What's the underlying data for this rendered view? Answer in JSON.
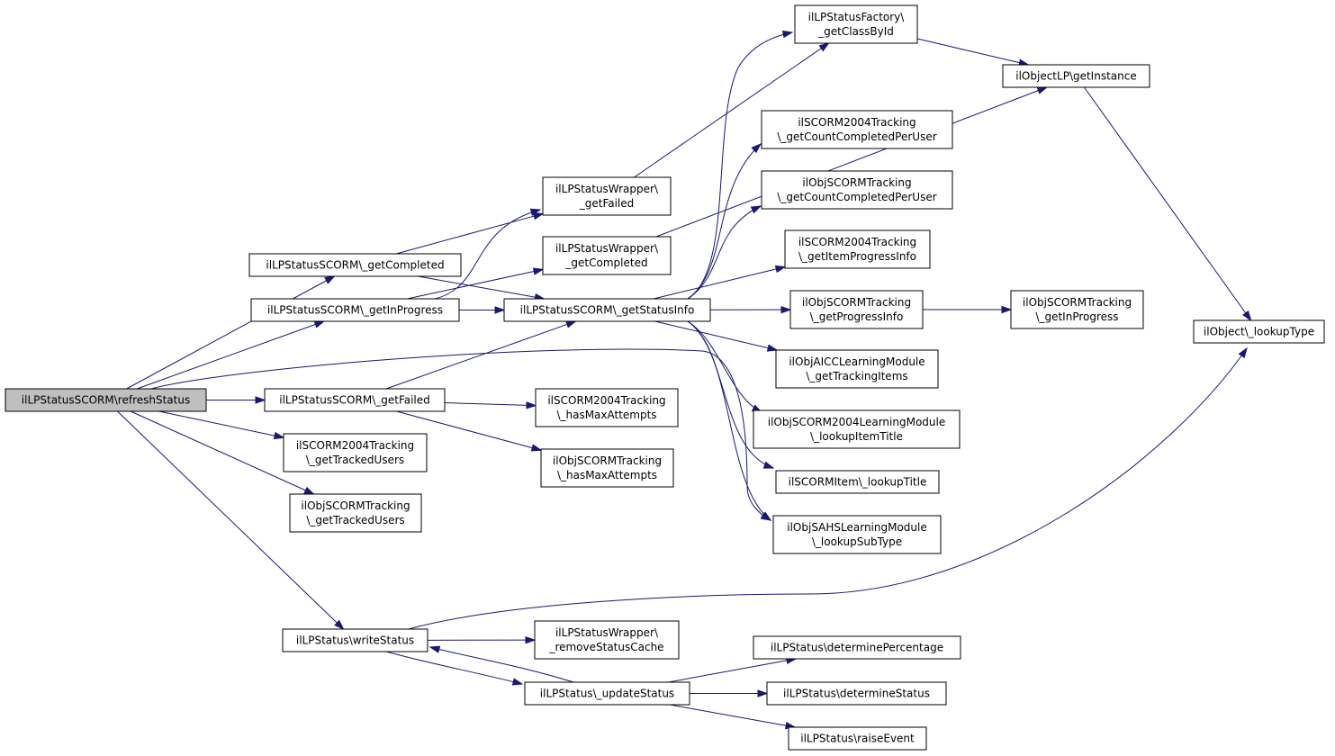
{
  "graph": {
    "nodes": {
      "refreshStatus": {
        "lines": [
          "ilLPStatusSCORM\\refreshStatus"
        ],
        "root": true
      },
      "getCompleted": {
        "lines": [
          "ilLPStatusSCORM\\_getCompleted"
        ]
      },
      "getInProgress": {
        "lines": [
          "ilLPStatusSCORM\\_getInProgress"
        ]
      },
      "getFailed": {
        "lines": [
          "ilLPStatusSCORM\\_getFailed"
        ]
      },
      "s2004TrackedUsers": {
        "lines": [
          "ilSCORM2004Tracking",
          "\\_getTrackedUsers"
        ]
      },
      "objScormTrackedUsers": {
        "lines": [
          "ilObjSCORMTracking",
          "\\_getTrackedUsers"
        ]
      },
      "writeStatus": {
        "lines": [
          "ilLPStatus\\writeStatus"
        ]
      },
      "wrapperGetFailed": {
        "lines": [
          "ilLPStatusWrapper\\",
          "_getFailed"
        ]
      },
      "wrapperGetCompleted": {
        "lines": [
          "ilLPStatusWrapper\\",
          "_getCompleted"
        ]
      },
      "getStatusInfo": {
        "lines": [
          "ilLPStatusSCORM\\_getStatusInfo"
        ]
      },
      "s2004HasMax": {
        "lines": [
          "ilSCORM2004Tracking",
          "\\_hasMaxAttempts"
        ]
      },
      "objScormHasMax": {
        "lines": [
          "ilObjSCORMTracking",
          "\\_hasMaxAttempts"
        ]
      },
      "removeStatusCache": {
        "lines": [
          "ilLPStatusWrapper\\",
          "_removeStatusCache"
        ]
      },
      "updateStatus": {
        "lines": [
          "ilLPStatus\\_updateStatus"
        ]
      },
      "factoryGetClassById": {
        "lines": [
          "ilLPStatusFactory\\",
          "_getClassById"
        ]
      },
      "s2004CountCompleted": {
        "lines": [
          "ilSCORM2004Tracking",
          "\\_getCountCompletedPerUser"
        ]
      },
      "objScormCountCompleted": {
        "lines": [
          "ilObjSCORMTracking",
          "\\_getCountCompletedPerUser"
        ]
      },
      "s2004ItemProgress": {
        "lines": [
          "ilSCORM2004Tracking",
          "\\_getItemProgressInfo"
        ]
      },
      "objScormProgressInfo": {
        "lines": [
          "ilObjSCORMTracking",
          "\\_getProgressInfo"
        ]
      },
      "aiccTrackingItems": {
        "lines": [
          "ilObjAICCLearningModule",
          "\\_getTrackingItems"
        ]
      },
      "s2004LookupItemTitle": {
        "lines": [
          "ilObjSCORM2004LearningModule",
          "\\_lookupItemTitle"
        ]
      },
      "scormItemLookupTitle": {
        "lines": [
          "ilSCORMItem\\_lookupTitle"
        ]
      },
      "sahsLookupSubType": {
        "lines": [
          "ilObjSAHSLearningModule",
          "\\_lookupSubType"
        ]
      },
      "determinePercentage": {
        "lines": [
          "ilLPStatus\\determinePercentage"
        ]
      },
      "determineStatus": {
        "lines": [
          "ilLPStatus\\determineStatus"
        ]
      },
      "raiseEvent": {
        "lines": [
          "ilLPStatus\\raiseEvent"
        ]
      },
      "objectLPGetInstance": {
        "lines": [
          "ilObjectLP\\getInstance"
        ]
      },
      "objScormGetInProgress": {
        "lines": [
          "ilObjSCORMTracking",
          "\\_getInProgress"
        ]
      },
      "objectLookupType": {
        "lines": [
          "ilObject\\_lookupType"
        ]
      }
    },
    "edges": [
      [
        "refreshStatus",
        "getCompleted"
      ],
      [
        "refreshStatus",
        "getInProgress"
      ],
      [
        "refreshStatus",
        "getFailed"
      ],
      [
        "refreshStatus",
        "s2004TrackedUsers"
      ],
      [
        "refreshStatus",
        "objScormTrackedUsers"
      ],
      [
        "refreshStatus",
        "writeStatus"
      ],
      [
        "refreshStatus",
        "sahsLookupSubType"
      ],
      [
        "getCompleted",
        "wrapperGetFailed"
      ],
      [
        "getCompleted",
        "getStatusInfo"
      ],
      [
        "getInProgress",
        "wrapperGetFailed"
      ],
      [
        "getInProgress",
        "wrapperGetCompleted"
      ],
      [
        "getInProgress",
        "getStatusInfo"
      ],
      [
        "getFailed",
        "getStatusInfo"
      ],
      [
        "getFailed",
        "s2004HasMax"
      ],
      [
        "getFailed",
        "objScormHasMax"
      ],
      [
        "wrapperGetFailed",
        "factoryGetClassById"
      ],
      [
        "wrapperGetCompleted",
        "objectLPGetInstance"
      ],
      [
        "getStatusInfo",
        "factoryGetClassById"
      ],
      [
        "getStatusInfo",
        "s2004CountCompleted"
      ],
      [
        "getStatusInfo",
        "objScormCountCompleted"
      ],
      [
        "getStatusInfo",
        "s2004ItemProgress"
      ],
      [
        "getStatusInfo",
        "objScormProgressInfo"
      ],
      [
        "getStatusInfo",
        "aiccTrackingItems"
      ],
      [
        "getStatusInfo",
        "s2004LookupItemTitle"
      ],
      [
        "getStatusInfo",
        "scormItemLookupTitle"
      ],
      [
        "getStatusInfo",
        "sahsLookupSubType"
      ],
      [
        "factoryGetClassById",
        "objectLPGetInstance"
      ],
      [
        "objectLPGetInstance",
        "objectLookupType"
      ],
      [
        "objScormProgressInfo",
        "objScormGetInProgress"
      ],
      [
        "writeStatus",
        "objectLookupType"
      ],
      [
        "writeStatus",
        "removeStatusCache"
      ],
      [
        "writeStatus",
        "updateStatus"
      ],
      [
        "updateStatus",
        "writeStatus"
      ],
      [
        "updateStatus",
        "determinePercentage"
      ],
      [
        "updateStatus",
        "determineStatus"
      ],
      [
        "updateStatus",
        "raiseEvent"
      ]
    ]
  }
}
